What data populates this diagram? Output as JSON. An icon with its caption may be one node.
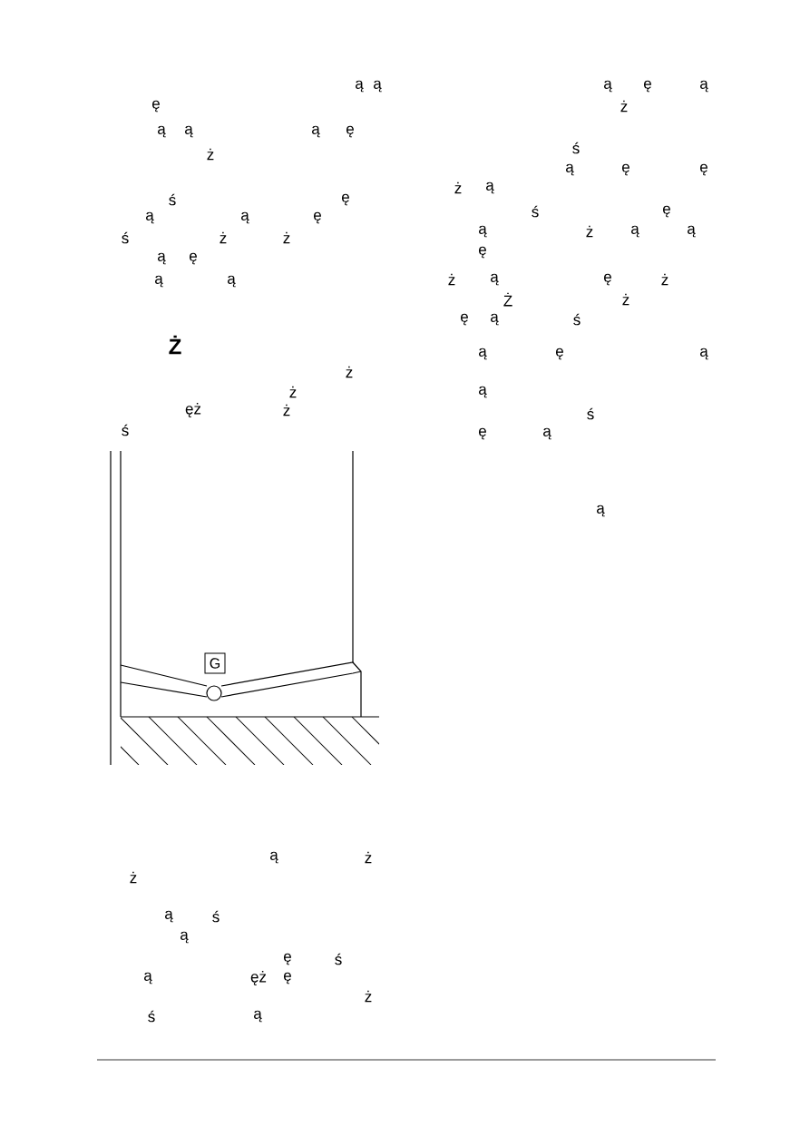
{
  "diagram": {
    "nodes": [
      {
        "text": [
          "G"
        ]
      }
    ],
    "labels": [
      "ą",
      "ą",
      "ę",
      "ą",
      "ą",
      "ą",
      "ę",
      "ż",
      "ś",
      "ę",
      "ą",
      "ą",
      "ę",
      "ś",
      "ż",
      "ż",
      "ą",
      "ę",
      "ą",
      "ą",
      "Ż",
      "ż",
      "ż",
      "ęż",
      "ż",
      "ś",
      "ą",
      "ę",
      "ą",
      "ż",
      "ś",
      "ą",
      "ę",
      "ę",
      "ż",
      "ą",
      "ś",
      "ę",
      "ą",
      "ż",
      "ą",
      "ą",
      "ę",
      "ż",
      "ą",
      "ę",
      "ż",
      "Ż",
      "ż",
      "ę",
      "ą",
      "ś",
      "ą",
      "ę",
      "ą",
      "ą",
      "ś",
      "ę",
      "ą",
      "ą",
      "ą",
      "ż",
      "ż",
      "ą",
      "ś",
      "ą",
      "ę",
      "ś",
      "ą",
      "ęż",
      "ę",
      "ż",
      "ś",
      "ą"
    ]
  }
}
